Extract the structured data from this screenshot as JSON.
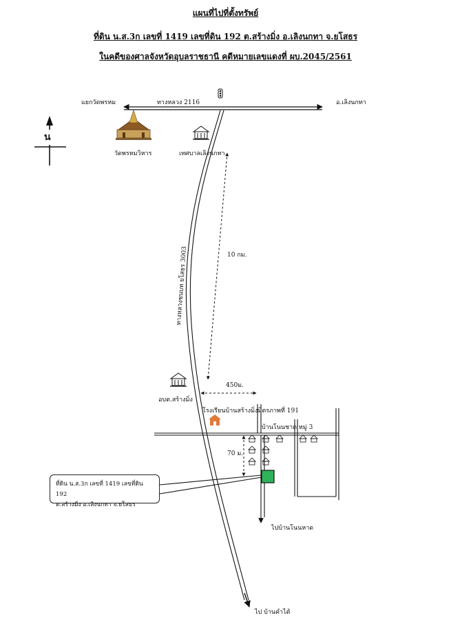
{
  "header": {
    "line1": "แผนที่ไปที่ตั้งทรัพย์",
    "line2": "ที่ดิน น.ส.3ก เลขที่ 1419 เลขที่ดิน 192   ต.สร้างมิ่ง  อ.เลิงนกทา จ.ยโสธร",
    "line3": "ในคดีของศาลจังหวัดอุบลราชธานี  คดีหมายเลขแดงที่  ผบ.2045/2561"
  },
  "north": {
    "label": "น"
  },
  "roads": {
    "highway_2116": "ทางหลวง 2116",
    "highway_3003": "ทางหลวงชนบท ยโสธร 3003",
    "left_end": "แยกวัดพรหม",
    "right_end": "อ.เลิงนกทา"
  },
  "landmarks": {
    "temple": "วัดพรหมวิหาร",
    "municipality": "เทศบาลเลิงนกทา",
    "tao_office": "อบต.สร้างมิ่ง",
    "school": "โรงเรียนบ้านสร้างมิ่งมิตรภาพที่ 191",
    "village": "บ้านโนนชาด  หมู่ 3"
  },
  "distances": {
    "d10km": "10 กม.",
    "d450m": "450ม.",
    "d70m": "70 ม."
  },
  "directions": {
    "to_nonhat": "ไปบ้านโนนหาด",
    "to_khamtai": "ไป บ้านคำไต้"
  },
  "callout": {
    "line1": "ที่ดิน น.ส.3ก เลขที่ 1419 เลขที่ดิน 192",
    "line2": "ต.สร้างมิ่ง  อ.เลิงนกทา จ.ยโสธร"
  },
  "colors": {
    "property_marker": "#2fb35a",
    "school_icon": "#e07a3a"
  }
}
